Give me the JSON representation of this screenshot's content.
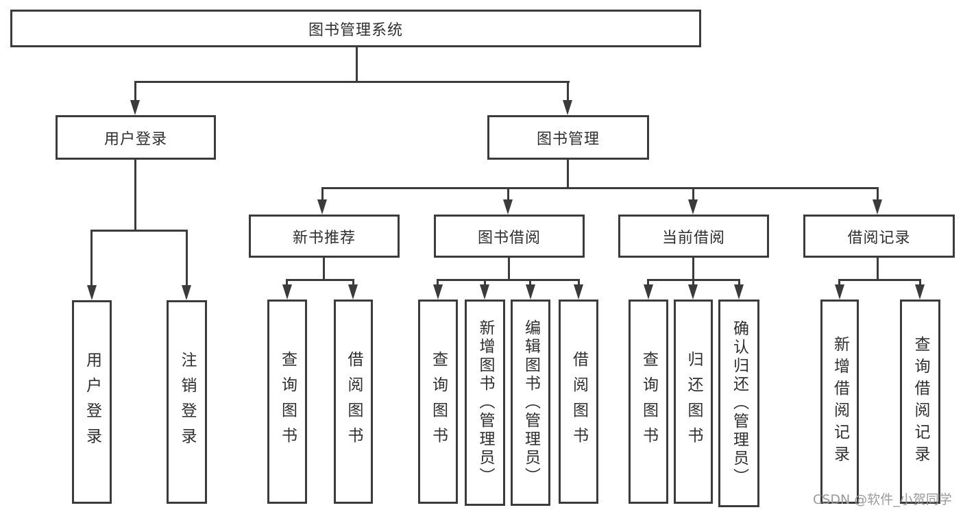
{
  "colors": {
    "line": "#3b3b3b",
    "text": "#2f2f2f",
    "background": "#ffffff",
    "watermark": "#9a9a9a"
  },
  "tree": {
    "root": "图书管理系统",
    "level2": [
      "用户登录",
      "图书管理"
    ],
    "level3": [
      "新书推荐",
      "图书借阅",
      "当前借阅",
      "借阅记录"
    ],
    "leaves": {
      "user_login": [
        "用户登录",
        "注销登录"
      ],
      "new_recommend": [
        "查询图书",
        "借阅图书"
      ],
      "book_borrow": [
        "查询图书",
        "新增图书（管理员）",
        "编辑图书（管理员）",
        "借阅图书"
      ],
      "current_borrow": [
        "查询图书",
        "归还图书",
        "确认归还（管理员）"
      ],
      "borrow_record": [
        "新增借阅记录",
        "查询借阅记录"
      ]
    }
  },
  "watermark": "CSDN @软件_小贺同学"
}
